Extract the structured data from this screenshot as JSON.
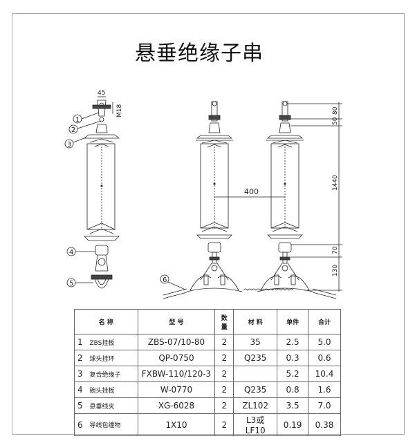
{
  "title": "悬垂绝缘子串",
  "dimensions": {
    "width_top": "45",
    "thread": "M18",
    "spacing": "400",
    "d80": "80",
    "d50": "50",
    "d1440": "1440",
    "d70": "70",
    "d130": "130"
  },
  "callouts": [
    "1",
    "2",
    "3",
    "4",
    "5",
    "6"
  ],
  "table": {
    "headers": [
      "名 称",
      "型 号",
      "数量",
      "材 料",
      "单件",
      "合计"
    ],
    "rows": [
      {
        "no": "1",
        "name": "ZBS挂板",
        "model": "ZBS-07/10-80",
        "qty": "2",
        "material": "35",
        "unit": "2.5",
        "total": "5.0"
      },
      {
        "no": "2",
        "name": "球头挂环",
        "model": "QP-0750",
        "qty": "2",
        "material": "Q235",
        "unit": "0.3",
        "total": "0.6"
      },
      {
        "no": "3",
        "name": "复合绝缘子",
        "model": "FXBW-110/120-3",
        "qty": "2",
        "material": "",
        "unit": "5.2",
        "total": "10.4"
      },
      {
        "no": "4",
        "name": "碗头挂板",
        "model": "W-0770",
        "qty": "2",
        "material": "Q235",
        "unit": "0.8",
        "total": "1.6"
      },
      {
        "no": "5",
        "name": "悬垂线夹",
        "model": "XG-6028",
        "qty": "2",
        "material": "ZL102",
        "unit": "3.5",
        "total": "7.0"
      },
      {
        "no": "6",
        "name": "导线包缠物",
        "model": "1X10",
        "qty": "2",
        "material": "L3或LF10",
        "unit": "0.19",
        "total": "0.38"
      }
    ]
  }
}
